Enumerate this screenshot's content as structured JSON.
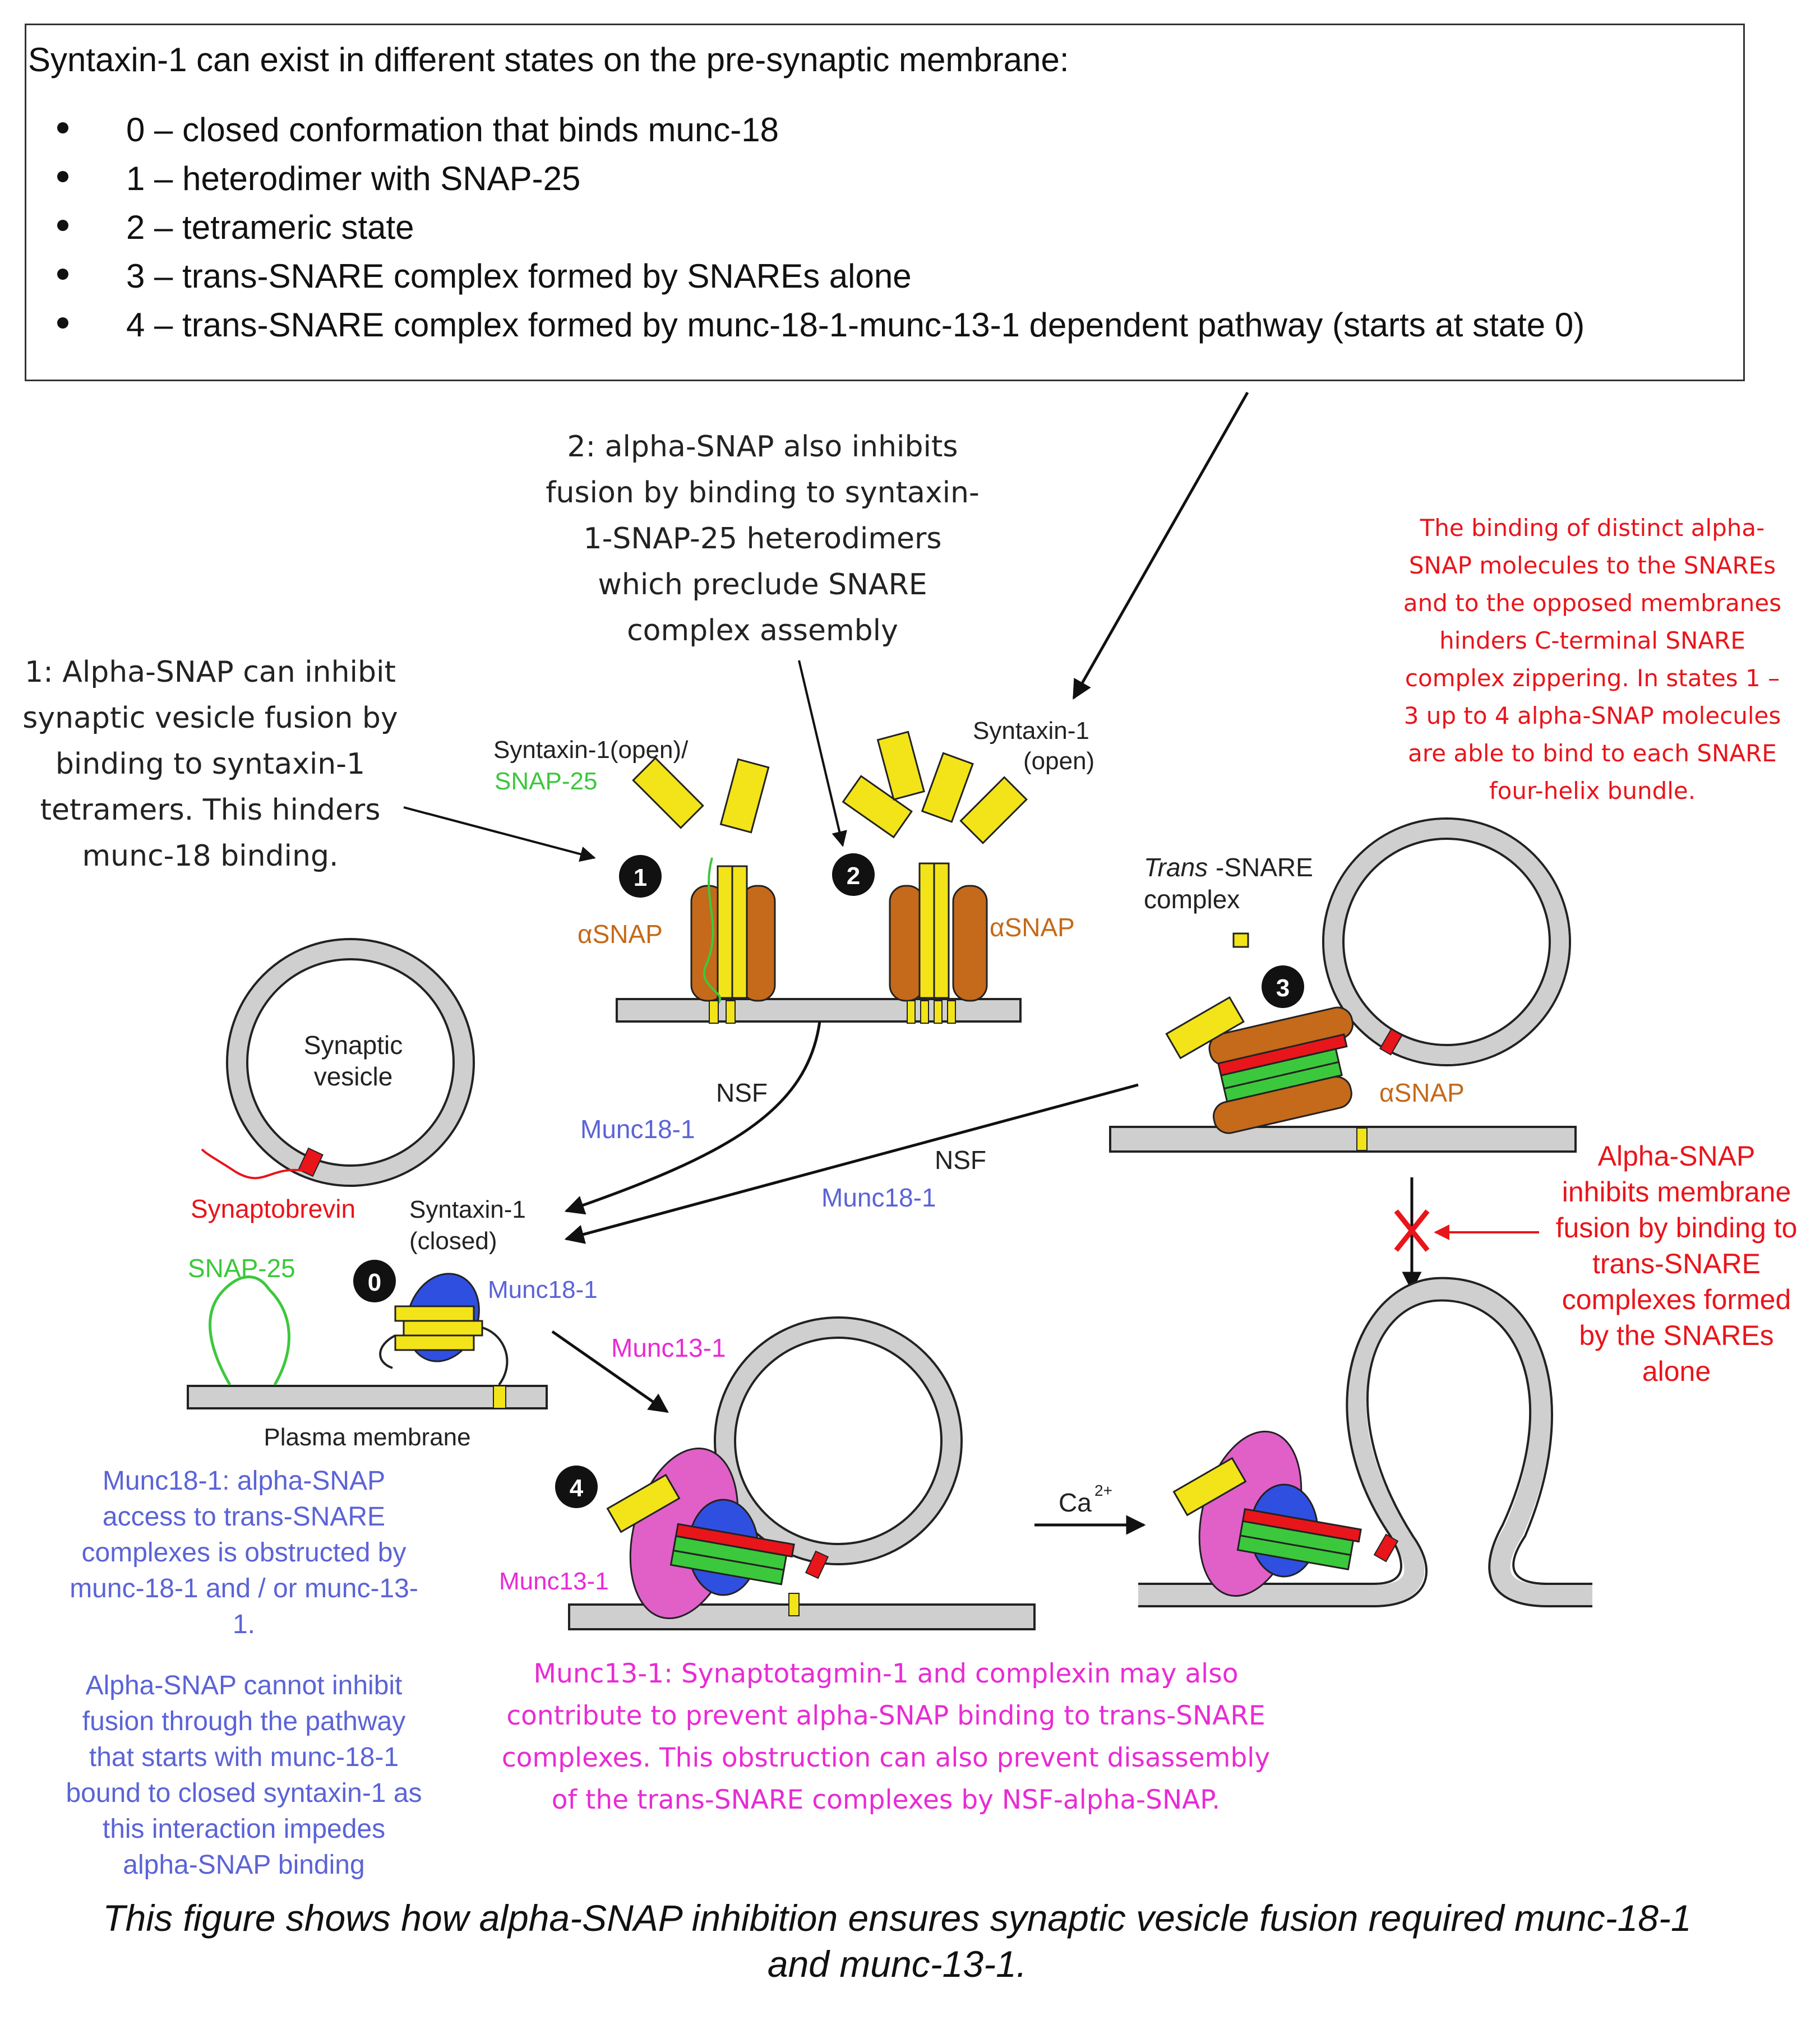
{
  "header_box": {
    "intro": "Syntaxin-1 can exist in different states on the pre-synaptic membrane:",
    "states": [
      "0 – closed conformation that binds munc-18",
      "1 – heterodimer with SNAP-25",
      "2 – tetrameric state",
      "3 – trans-SNARE complex formed by SNAREs alone",
      "4 – trans-SNARE complex formed by munc-18-1-munc-13-1 dependent pathway (starts at state 0)"
    ]
  },
  "annotations": {
    "note1": [
      "1: Alpha-SNAP can inhibit",
      "synaptic vesicle fusion by",
      "binding to syntaxin-1",
      "tetramers. This hinders",
      "munc-18 binding."
    ],
    "note2": [
      "2: alpha-SNAP also inhibits",
      "fusion by binding to syntaxin-",
      "1-SNAP-25 heterodimers",
      "which preclude SNARE",
      "complex assembly"
    ],
    "red_top": [
      "The binding of distinct alpha-",
      "SNAP molecules to the SNAREs",
      "and to the opposed membranes",
      "hinders C-terminal SNARE",
      "complex zippering. In states 1 –",
      "3 up to 4 alpha-SNAP molecules",
      "are able to bind to each SNARE",
      "four-helix bundle."
    ],
    "red_right": [
      "Alpha-SNAP",
      "inhibits membrane",
      "fusion by binding to",
      "trans-SNARE",
      "complexes formed",
      "by the SNAREs",
      "alone"
    ],
    "blue_1": [
      "Munc18-1: alpha-SNAP",
      "access to trans-SNARE",
      "complexes is obstructed by",
      "munc-18-1 and / or munc-13-",
      "1."
    ],
    "blue_2": [
      "Alpha-SNAP cannot inhibit",
      "fusion through the pathway",
      "that starts with munc-18-1",
      "bound to closed syntaxin-1 as",
      "this interaction impedes",
      "alpha-SNAP binding"
    ],
    "magenta": [
      "Munc13-1: Synaptotagmin-1 and complexin may also",
      "contribute to prevent alpha-SNAP binding to trans-SNARE",
      "complexes. This obstruction can also prevent disassembly",
      "of the trans-SNARE complexes by NSF-alpha-SNAP."
    ]
  },
  "figure_labels": {
    "syntaxin_open_snap25_a": "Syntaxin-1(open)/",
    "syntaxin_open_snap25_b": "SNAP-25",
    "syntaxin_open_a": "Syntaxin-1",
    "syntaxin_open_b": "(open)",
    "asnap": "αSNAP",
    "trans_snare_a": "Trans",
    "trans_snare_b": "-SNARE",
    "trans_snare_c": "complex",
    "synaptic_vesicle_a": "Synaptic",
    "synaptic_vesicle_b": "vesicle",
    "synaptobrevin": "Synaptobrevin",
    "snap25": "SNAP-25",
    "syntaxin_closed_a": "Syntaxin-1",
    "syntaxin_closed_b": "(closed)",
    "munc18": "Munc18-1",
    "munc13": "Munc13-1",
    "nsf": "NSF",
    "plasma_membrane": "Plasma membrane",
    "ca": "Ca",
    "ca_sup": "2+",
    "state_badges": [
      "0",
      "1",
      "2",
      "3",
      "4"
    ]
  },
  "caption": [
    "This figure shows how alpha-SNAP inhibition ensures synaptic vesicle fusion required munc-18-1",
    "and munc-13-1."
  ],
  "colors": {
    "red": "#e8151b",
    "blue_text": "#5b63d6",
    "magenta_text": "#e82bd4",
    "asnap_orange": "#c46a1a",
    "syntaxin_yellow": "#f2e418",
    "snap25_green": "#3cc83c",
    "munc18_blue": "#2f4fe0",
    "munc13_pink": "#e060c8"
  }
}
